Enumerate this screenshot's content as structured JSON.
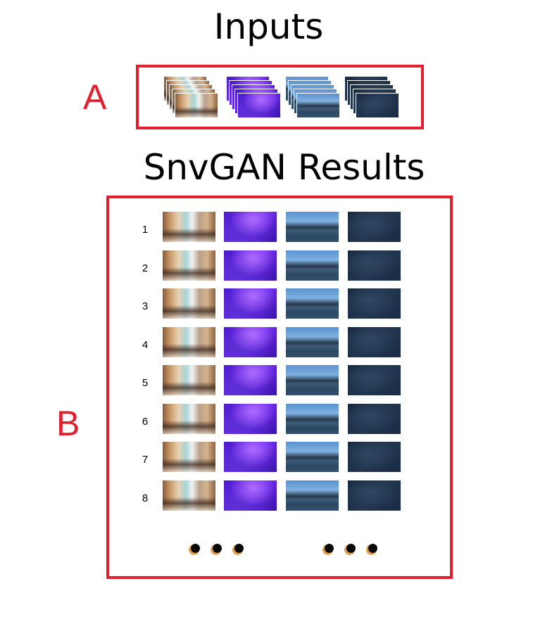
{
  "inputs_title": "Inputs",
  "results_title": "SnvGAN Results",
  "section_a": "A",
  "section_b": "B",
  "input_sets": [
    {
      "name": "station-frames-stack",
      "style": "t-station"
    },
    {
      "name": "violet-frames-stack",
      "style": "t-violet"
    },
    {
      "name": "lake-frames-stack",
      "style": "t-lake"
    },
    {
      "name": "dark-frames-stack",
      "style": "t-dark"
    }
  ],
  "result_rows": [
    "1",
    "2",
    "3",
    "4",
    "5",
    "6",
    "7",
    "8"
  ],
  "continuation_dot_groups": 2,
  "colors": {
    "frame_red": "#e0202e",
    "text": "#000000"
  }
}
